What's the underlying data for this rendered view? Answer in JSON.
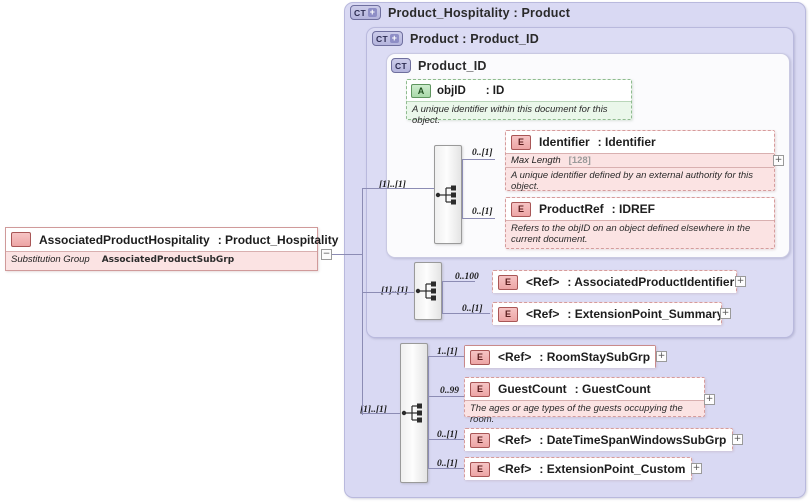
{
  "diagram": {
    "type": "xsd-schema-diagram",
    "root_element": {
      "icon": "element-icon",
      "name": "AssociatedProductHospitality",
      "type": ": Product_Hospitality",
      "substitution_group_label": "Substitution Group",
      "substitution_group_value": "AssociatedProductSubGrp",
      "toggle": "−"
    },
    "containers": [
      {
        "badge": "CT",
        "badge_plus": "+",
        "title": "Product_Hospitality : Product"
      },
      {
        "badge": "CT",
        "badge_plus": "+",
        "title": "Product  : Product_ID"
      },
      {
        "badge": "CT",
        "badge_plus": "",
        "title": "Product_ID"
      }
    ],
    "attribute": {
      "icon": "attribute-icon",
      "icon_label": "A",
      "name": "objID",
      "type": ": ID",
      "description": "A unique identifier within this document for this object."
    },
    "compositors": [
      {
        "name": "sequence-compositor-1",
        "cardinality": "[1]..[1]"
      },
      {
        "name": "sequence-compositor-2",
        "cardinality": "[1]..[1]"
      },
      {
        "name": "sequence-compositor-3",
        "cardinality": "[1]..[1]"
      }
    ],
    "nodes": [
      {
        "id": "identifier",
        "icon_label": "E",
        "cardinality": "0..[1]",
        "name": "Identifier",
        "type": ": Identifier",
        "facet_key": "Max Length",
        "facet_value": "[128]",
        "description": "A unique identifier defined by an external authority for this object.",
        "toggle": "+",
        "required": false
      },
      {
        "id": "product-ref",
        "icon_label": "E",
        "cardinality": "0..[1]",
        "name": "ProductRef",
        "type": ": IDREF",
        "description": "Refers to the objID on an object defined elsewhere in the current document.",
        "toggle": "+",
        "required": false
      },
      {
        "id": "associated-product-identifier",
        "icon_label": "E",
        "cardinality": "0..100",
        "name": "<Ref>",
        "type": ": AssociatedProductIdentifier",
        "toggle": "+",
        "required": false
      },
      {
        "id": "extension-point-summary",
        "icon_label": "E",
        "cardinality": "0..[1]",
        "name": "<Ref>",
        "type": ": ExtensionPoint_Summary",
        "toggle": "+",
        "required": false
      },
      {
        "id": "room-stay-subgrp",
        "icon_label": "E",
        "cardinality": "1..[1]",
        "name": "<Ref>",
        "type": ": RoomStaySubGrp",
        "toggle": "+",
        "required": true
      },
      {
        "id": "guest-count",
        "icon_label": "E",
        "cardinality": "0..99",
        "name": "GuestCount",
        "type": ": GuestCount",
        "description": "The ages or age types of the guests occupying the room.",
        "toggle": "+",
        "required": false
      },
      {
        "id": "date-time-span-windows-subgrp",
        "icon_label": "E",
        "cardinality": "0..[1]",
        "name": "<Ref>",
        "type": ": DateTimeSpanWindowsSubGrp",
        "toggle": "+",
        "required": false
      },
      {
        "id": "extension-point-custom",
        "icon_label": "E",
        "cardinality": "0..[1]",
        "name": "<Ref>",
        "type": ": ExtensionPoint_Custom",
        "toggle": "+",
        "required": false
      }
    ],
    "colors": {
      "container_fill": "#d9d9f3",
      "element_fill": "#fbe3e3",
      "attribute_fill": "#eaf7ea",
      "line": "#8c8cb4"
    }
  }
}
